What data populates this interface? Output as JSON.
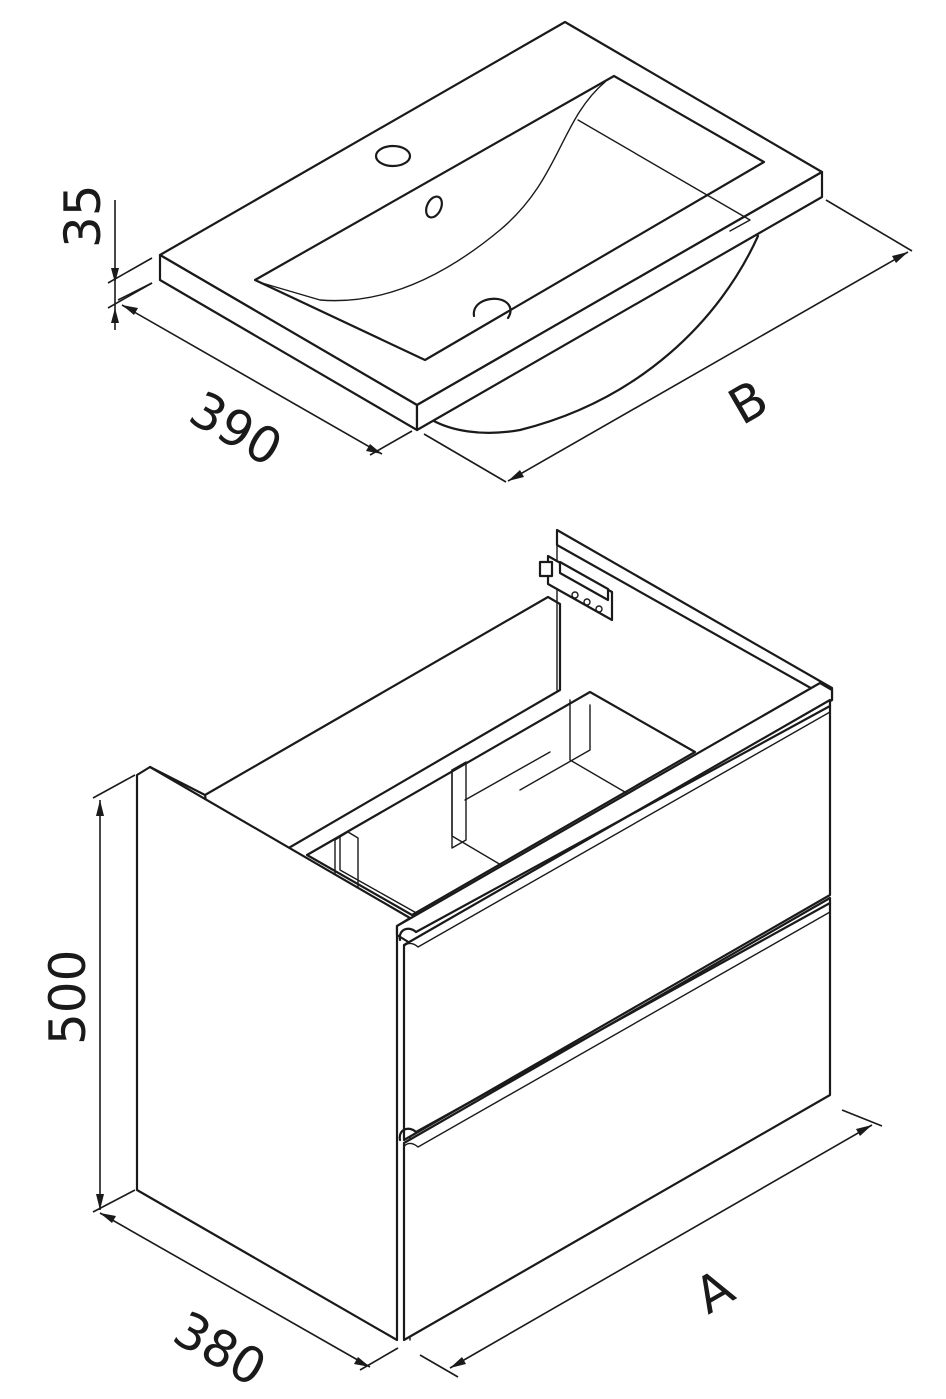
{
  "dimensions": {
    "basin_thickness": "35",
    "basin_depth": "390",
    "basin_width": "B",
    "cabinet_height": "500",
    "cabinet_depth": "380",
    "cabinet_width": "A"
  },
  "colors": {
    "line": "#1a1a1a",
    "background": "#ffffff"
  }
}
